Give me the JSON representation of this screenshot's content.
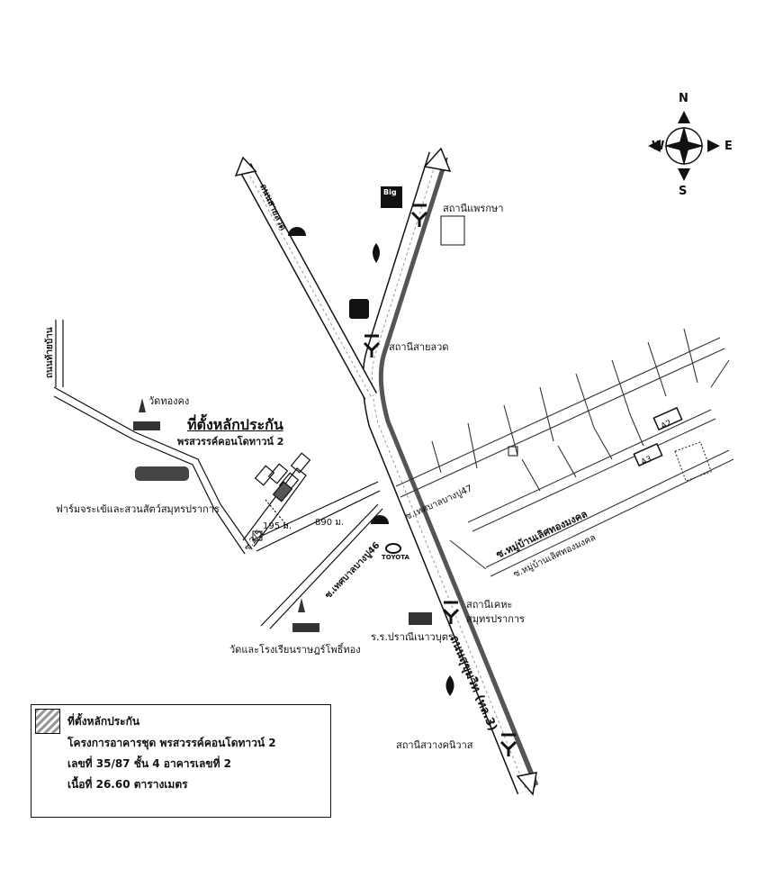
{
  "compass": {
    "n": "N",
    "s": "S",
    "e": "E",
    "w": "W"
  },
  "roads": {
    "sukhumvit": "ถนนสุขุมวิท (ทล.3)",
    "sailuad": "ถนนสายลวด",
    "thaiban": "ถนนท้ายบ้าน",
    "soi_2_5": "ซ.2/5",
    "soi_46": "ซ.เทศบาลบางปู46",
    "soi_47": "ซ.เทศบาลบางปู47",
    "soi_lert_1": "ซ.หมู่บ้านเลิศทองมงคล",
    "soi_lert_2": "ซ.หมู่บ้านเลิศทองมงคล"
  },
  "stations": {
    "praksa": "สถานีแพรกษา",
    "sailuad": "สถานีสายลวด",
    "kheha": "สถานีเคหะ สมุทรปราการ",
    "sawang": "สถานีสวางคนิวาส"
  },
  "places": {
    "wat_thongkong": "วัดทองคง",
    "crocodile_farm": "ฟาร์มจระเข้และสวนสัตว์สมุทรปราการ",
    "wat_school": "วัดและโรงเรียนราษฎร์โพธิ์ทอง",
    "school": "ร.ร.ปราณีเนาวบุตร",
    "toyota": "TOYOTA",
    "big": "Big",
    "a2": "A2",
    "a3": "A3"
  },
  "site": {
    "title": "ที่ตั้งหลักประกัน",
    "name": "พรสวรรค์คอนโดทาวน์ 2",
    "dist1": "195 ม.",
    "dist2": "890 ม."
  },
  "legend": {
    "title": "ที่ตั้งหลักประกัน",
    "line1": "โครงการอาคารชุด พรสวรรค์คอนโดทาวน์  2",
    "line2": "เลขที่ 35/87 ชั้น 4  อาคารเลขที่ 2",
    "line3": "เนื้อที่ 26.60 ตารางเมตร"
  }
}
